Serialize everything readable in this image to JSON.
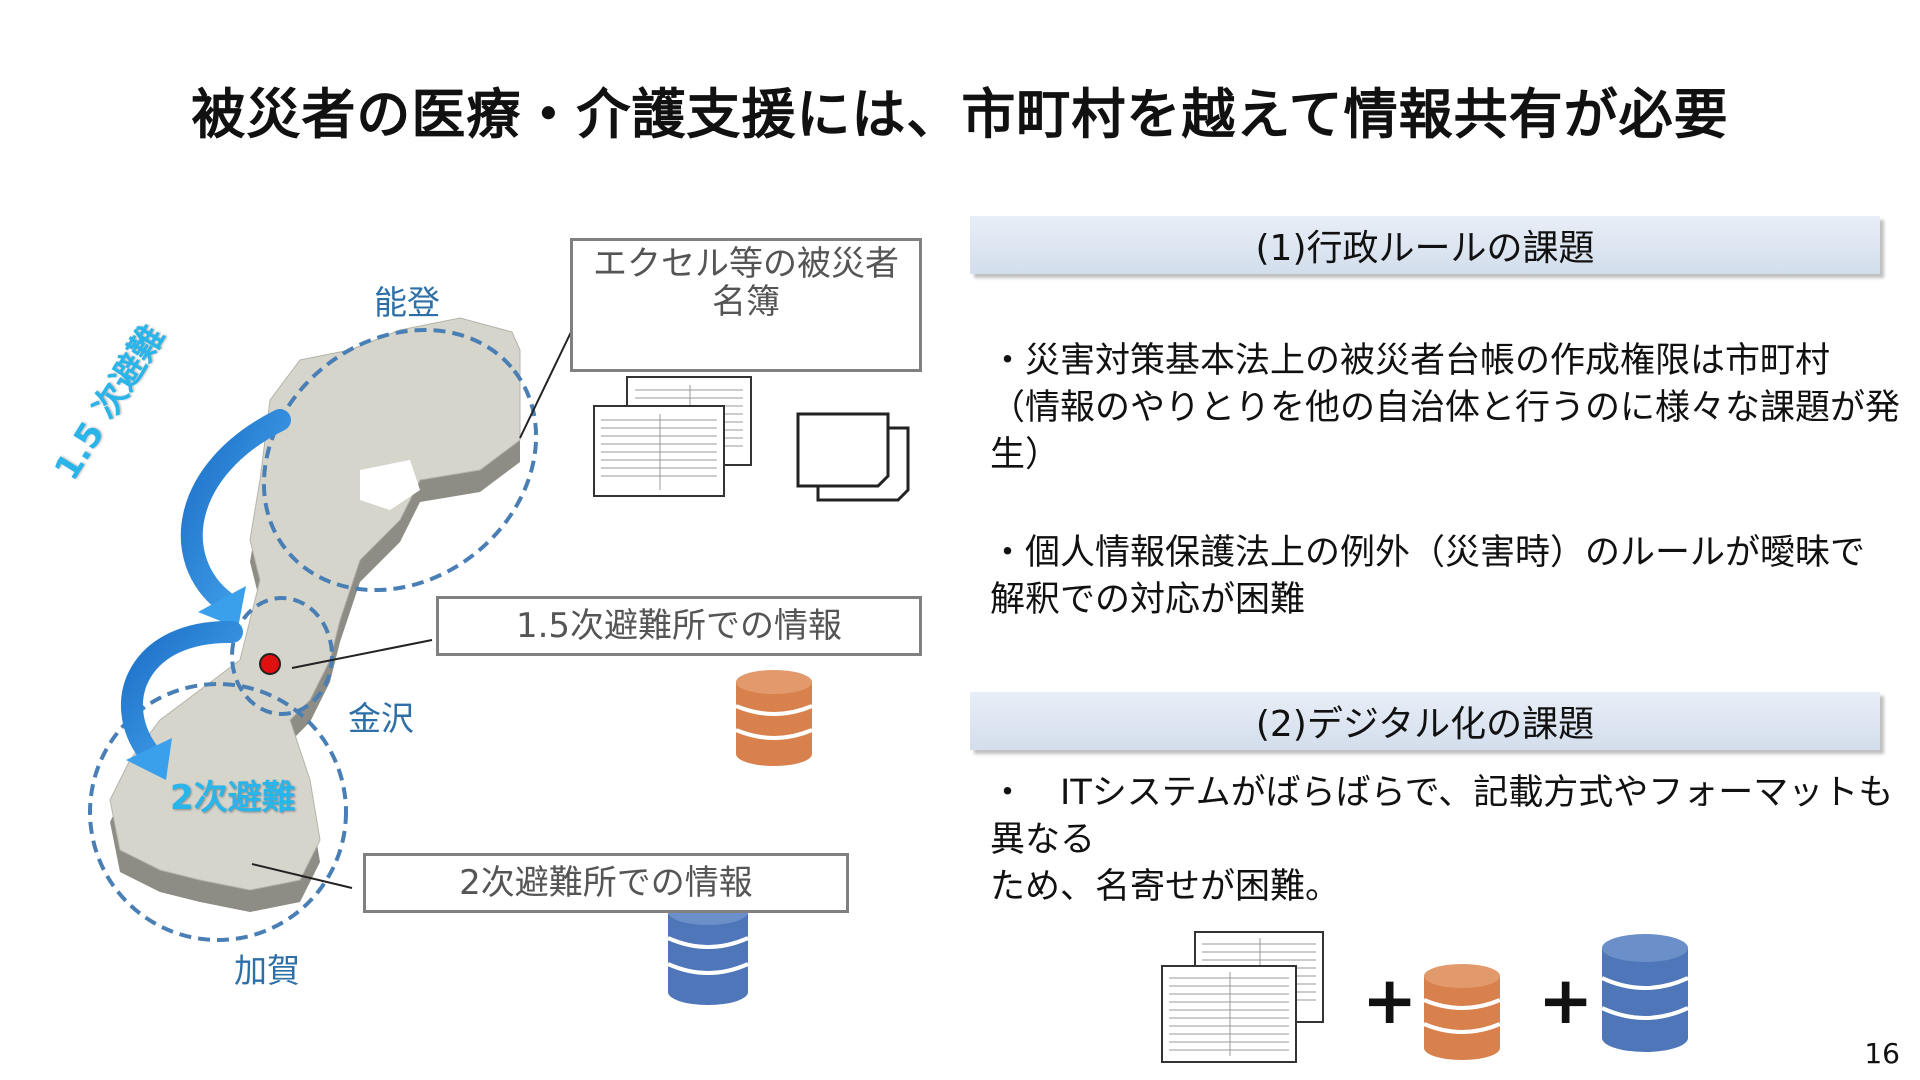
{
  "title": "被災者の医療・介護支援には、市町村を越えて情報共有が必要",
  "left": {
    "excel_box": {
      "line1": "エクセル等の被災者",
      "line2": "名簿"
    },
    "box_15": "1.5次避難所での情報",
    "box_2": "2次避難所での情報",
    "places": {
      "noto": "能登",
      "kanazawa": "金沢",
      "kaga": "加賀"
    },
    "arrows": {
      "evac_15": "1.5 次避難",
      "evac_2": "2次避難"
    }
  },
  "right": {
    "section1": {
      "heading": "(1)行政ルールの課題",
      "bullet1": {
        "l1": "・災害対策基本法上の被災者台帳の作成権限は市町村",
        "l2": "（情報のやりとりを他の自治体と行うのに様々な課題が発",
        "l3": "生）"
      },
      "bullet2": {
        "l1": "・個人情報保護法上の例外（災害時）のルールが曖昧で",
        "l2": "解釈での対応が困難"
      }
    },
    "section2": {
      "heading": "(2)デジタル化の課題",
      "bullet1": {
        "l1": "・　ITシステムがばらばらで、記載方式やフォーマットも異なる",
        "l2": "ため、名寄せが困難。"
      }
    },
    "plus": "+"
  },
  "page_number": "16",
  "colors": {
    "orange_db": "#d8814c",
    "blue_db": "#4e76b8",
    "place_text": "#2e6fa8",
    "arrow_blue": "#2a8fe0",
    "arrow_text": "#29b5ea",
    "dot_red": "#e01010"
  }
}
